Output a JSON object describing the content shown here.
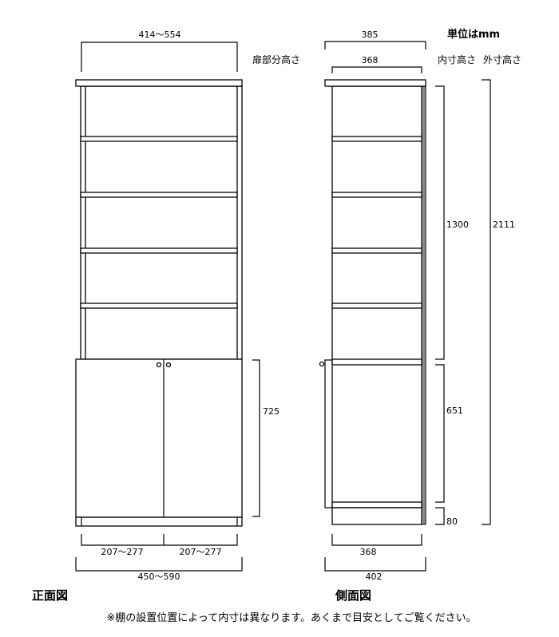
{
  "units_label": "単位はmm",
  "front": {
    "title": "正面図",
    "width_range": "414～554",
    "door_height_label": "扉部分高さ",
    "door_height": "725",
    "door_width_left": "207～277",
    "door_width_right": "207～277",
    "outer_width": "450～590"
  },
  "side": {
    "title": "側面図",
    "outer_depth_top": "385",
    "inner_depth_top": "368",
    "inner_height_label": "内寸高さ",
    "outer_height_label": "外寸高さ",
    "upper_inner_height": "1300",
    "lower_inner_height": "651",
    "plinth_height": "80",
    "total_height": "2111",
    "inner_depth_bottom": "368",
    "outer_depth_bottom": "402"
  },
  "note": "※棚の設置位置によって内寸は異なります。あくまで目安としてご覧ください。",
  "colors": {
    "line": "#000000",
    "side_strip": "#8c8c8c"
  }
}
